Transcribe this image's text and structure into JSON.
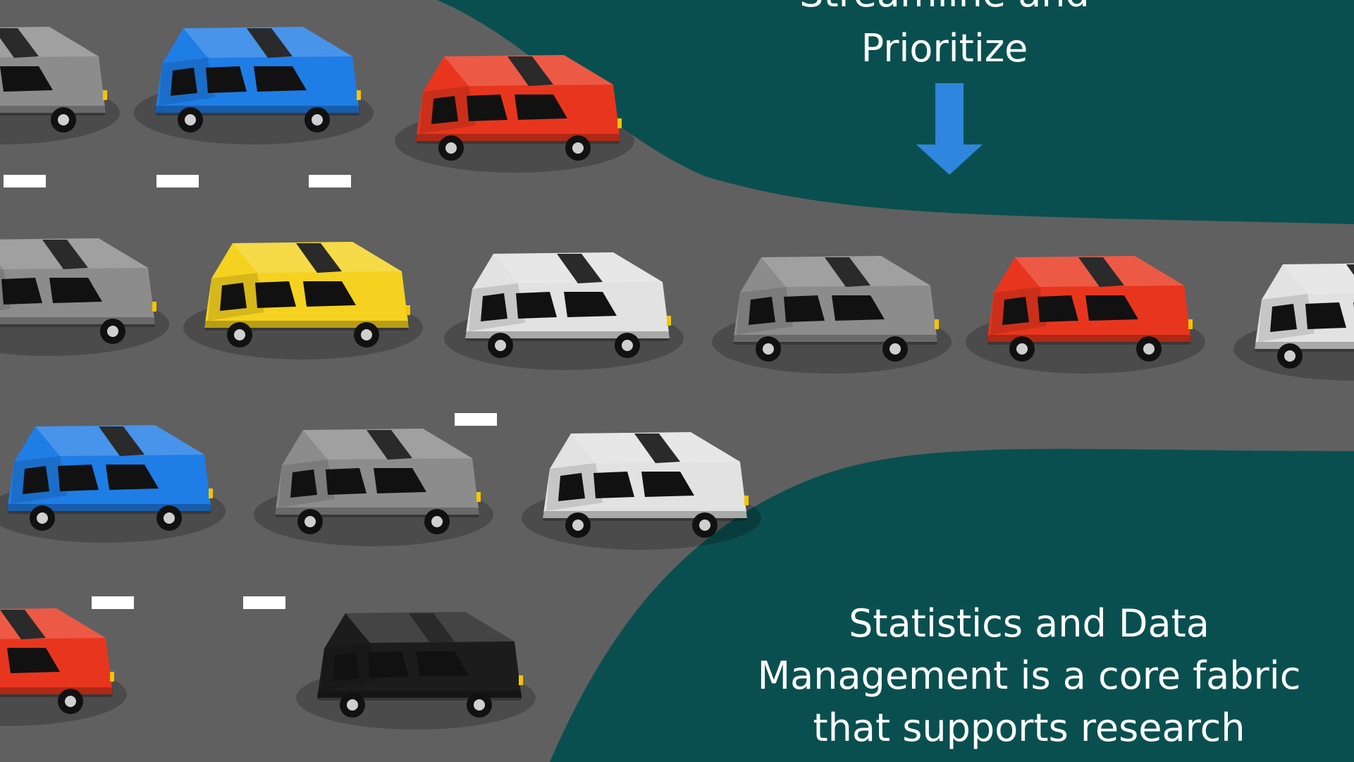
{
  "top_caption": {
    "line1": "Streamline and",
    "line2": "Prioritize"
  },
  "bottom_caption": {
    "line1": "Statistics and Data",
    "line2": "Management is a core fabric",
    "line3": "that supports research"
  },
  "colors": {
    "background": "#0a4f4f",
    "road": "#606060",
    "lane_mark": "#ffffff",
    "arrow": "#2f86de",
    "text": "#ffffff"
  },
  "cars": [
    {
      "color": "gray",
      "body": "#8c8c8c"
    },
    {
      "color": "blue",
      "body": "#1f7de6"
    },
    {
      "color": "red",
      "body": "#e8361e"
    },
    {
      "color": "gray",
      "body": "#8c8c8c"
    },
    {
      "color": "yellow",
      "body": "#f4d21f"
    },
    {
      "color": "white",
      "body": "#e2e2e2"
    },
    {
      "color": "gray",
      "body": "#8c8c8c"
    },
    {
      "color": "red",
      "body": "#e8361e"
    },
    {
      "color": "white",
      "body": "#e2e2e2"
    },
    {
      "color": "blue",
      "body": "#1f7de6"
    },
    {
      "color": "gray",
      "body": "#8c8c8c"
    },
    {
      "color": "white",
      "body": "#e2e2e2"
    },
    {
      "color": "red",
      "body": "#e8361e"
    },
    {
      "color": "black",
      "body": "#1c1c1c"
    }
  ]
}
